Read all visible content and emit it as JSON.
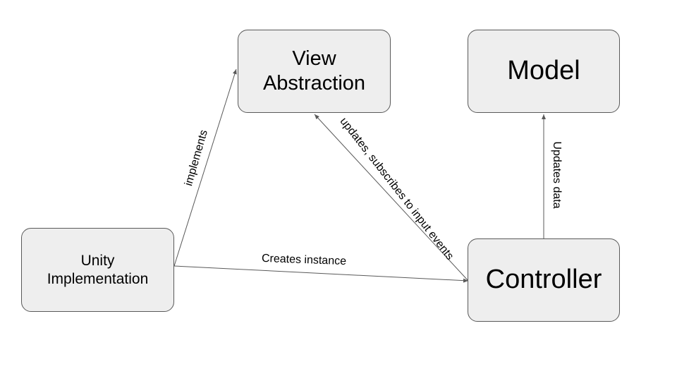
{
  "nodes": {
    "view_abstraction": {
      "line1": "View",
      "line2": "Abstraction"
    },
    "model": {
      "label": "Model"
    },
    "unity_implementation": {
      "line1": "Unity",
      "line2": "Implementation"
    },
    "controller": {
      "label": "Controller"
    }
  },
  "edges": {
    "implements": {
      "label": "implements",
      "from": "Unity Implementation",
      "to": "View Abstraction"
    },
    "creates_instance": {
      "label": "Creates instance",
      "from": "Unity Implementation",
      "to": "Controller"
    },
    "updates_subscribes": {
      "label": "updates, subscribes to input events",
      "from": "Controller",
      "to": "View Abstraction"
    },
    "updates_data": {
      "label": "Updates data",
      "from": "Controller",
      "to": "Model"
    }
  },
  "colors": {
    "node_fill": "#eeeeee",
    "node_border": "#595959",
    "edge": "#595959",
    "text": "#000000"
  }
}
